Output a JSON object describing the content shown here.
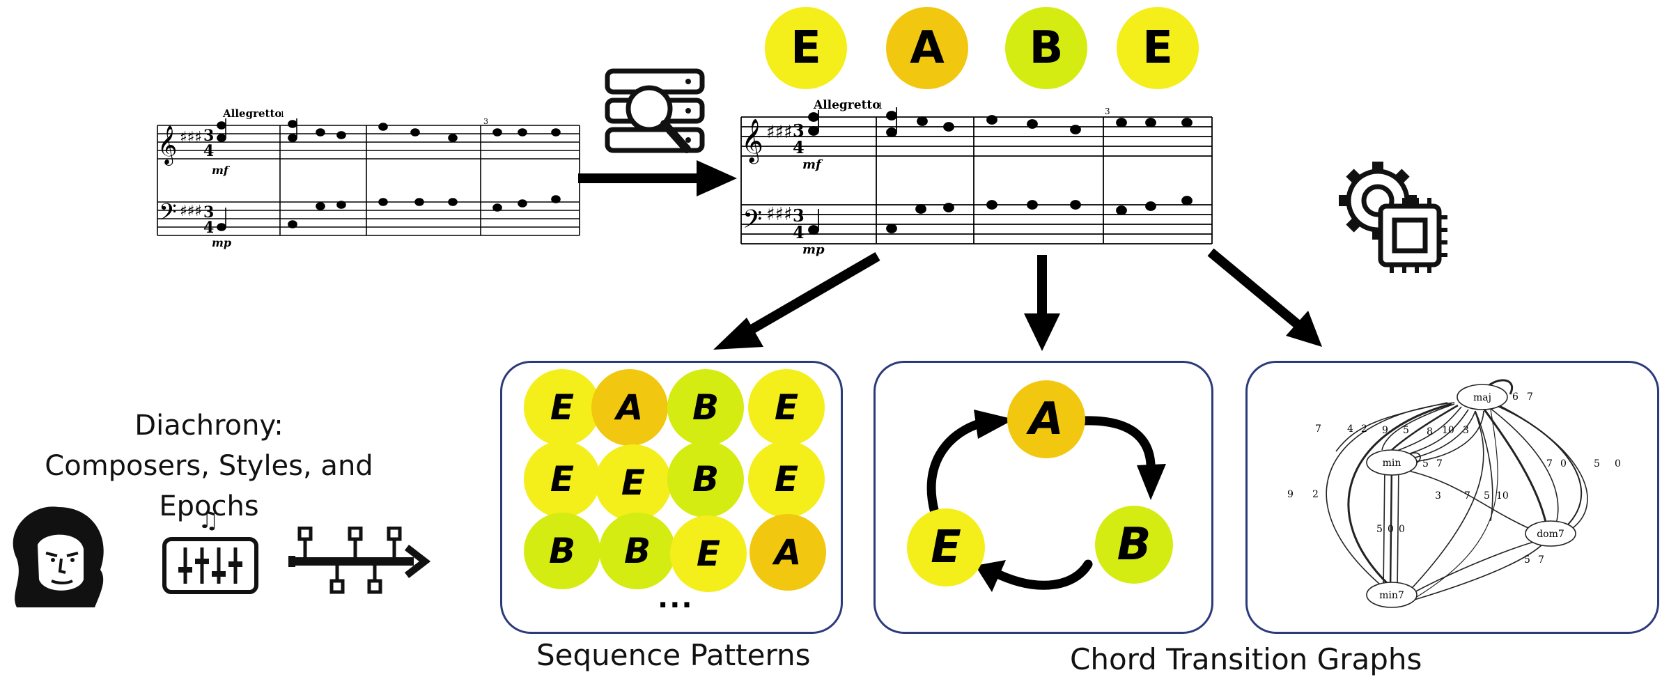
{
  "colors": {
    "E": "#f4ee1a",
    "A": "#f2c70f",
    "B": "#d4ec11",
    "panel_border": "#2b3a7a"
  },
  "top_chords": [
    "E",
    "A",
    "B",
    "E"
  ],
  "score": {
    "tempo": "Allegretto",
    "dyn_treble": "mf",
    "dyn_bass": "mp",
    "measure_1": "1",
    "measure_3": "3"
  },
  "sequence_patterns": {
    "rows": [
      [
        "E",
        "A",
        "B",
        "E"
      ],
      [
        "E",
        "E",
        "B",
        "E"
      ],
      [
        "B",
        "B",
        "E",
        "A"
      ]
    ],
    "ellipsis": "...",
    "caption": "Sequence Patterns"
  },
  "cycle": {
    "nodes": [
      "A",
      "B",
      "E"
    ]
  },
  "graph": {
    "nodes": [
      "maj",
      "min",
      "dom7",
      "min7"
    ],
    "edge_labels": [
      "7",
      "4",
      "2",
      "9",
      "5",
      "8",
      "10",
      "3",
      "5",
      "7",
      "6",
      "7",
      "7",
      "0",
      "5",
      "0",
      "9",
      "2",
      "5",
      "0",
      "0",
      "3",
      "7",
      "5",
      "10",
      "5",
      "7"
    ]
  },
  "captions": {
    "chord_transition": "Chord Transition Graphs",
    "diachrony_line1": "Diachrony:",
    "diachrony_line2": "Composers, Styles, and Epochs"
  },
  "icons": [
    "server-search-icon",
    "gear-chip-icon",
    "beethoven-portrait-icon",
    "music-mixer-icon",
    "timeline-icon"
  ]
}
